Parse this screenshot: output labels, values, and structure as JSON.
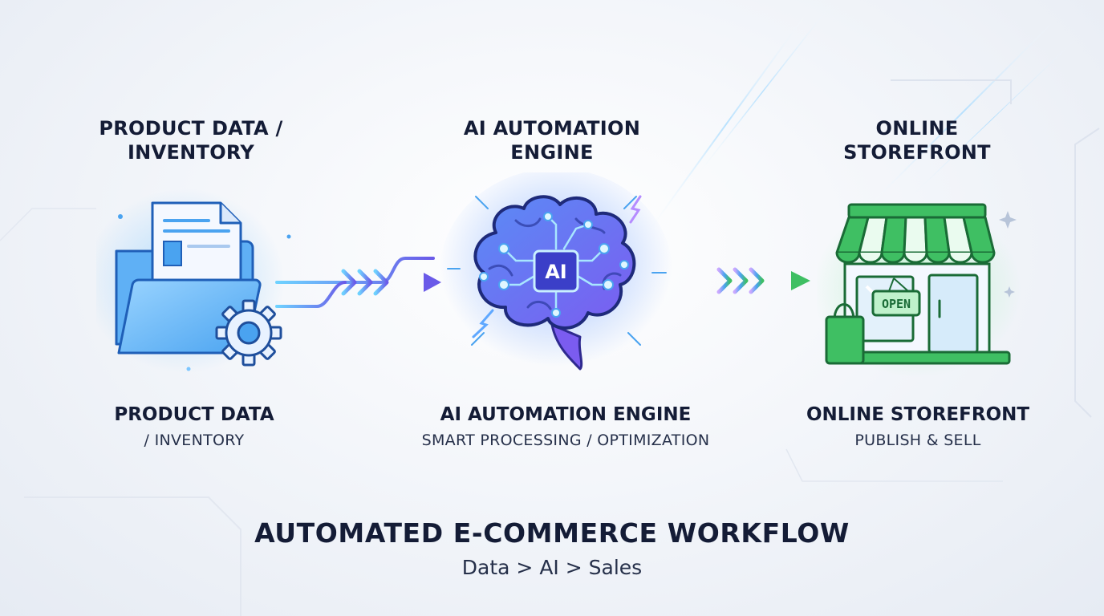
{
  "stages": [
    {
      "title_line1": "PRODUCT DATA /",
      "title_line2": "INVENTORY",
      "caption": "PRODUCT DATA",
      "subcaption": "/ INVENTORY",
      "icon": "folder-document-gear-icon"
    },
    {
      "title_line1": "AI AUTOMATION",
      "title_line2": "ENGINE",
      "caption": "AI AUTOMATION ENGINE",
      "subcaption": "SMART PROCESSING / OPTIMIZATION",
      "icon": "ai-brain-icon",
      "chip_text": "AI"
    },
    {
      "title_line1": "ONLINE",
      "title_line2": "STOREFRONT",
      "caption": "ONLINE STOREFRONT",
      "subcaption": "PUBLISH & SELL",
      "icon": "storefront-icon",
      "sign_text": "OPEN"
    }
  ],
  "workflow": {
    "title": "AUTOMATED E-COMMERCE WORKFLOW",
    "subtitle": "Data > AI > Sales"
  },
  "colors": {
    "blue": "#4aa3f0",
    "purple": "#7b5cf0",
    "green": "#3fbf63",
    "text": "#141c36"
  }
}
